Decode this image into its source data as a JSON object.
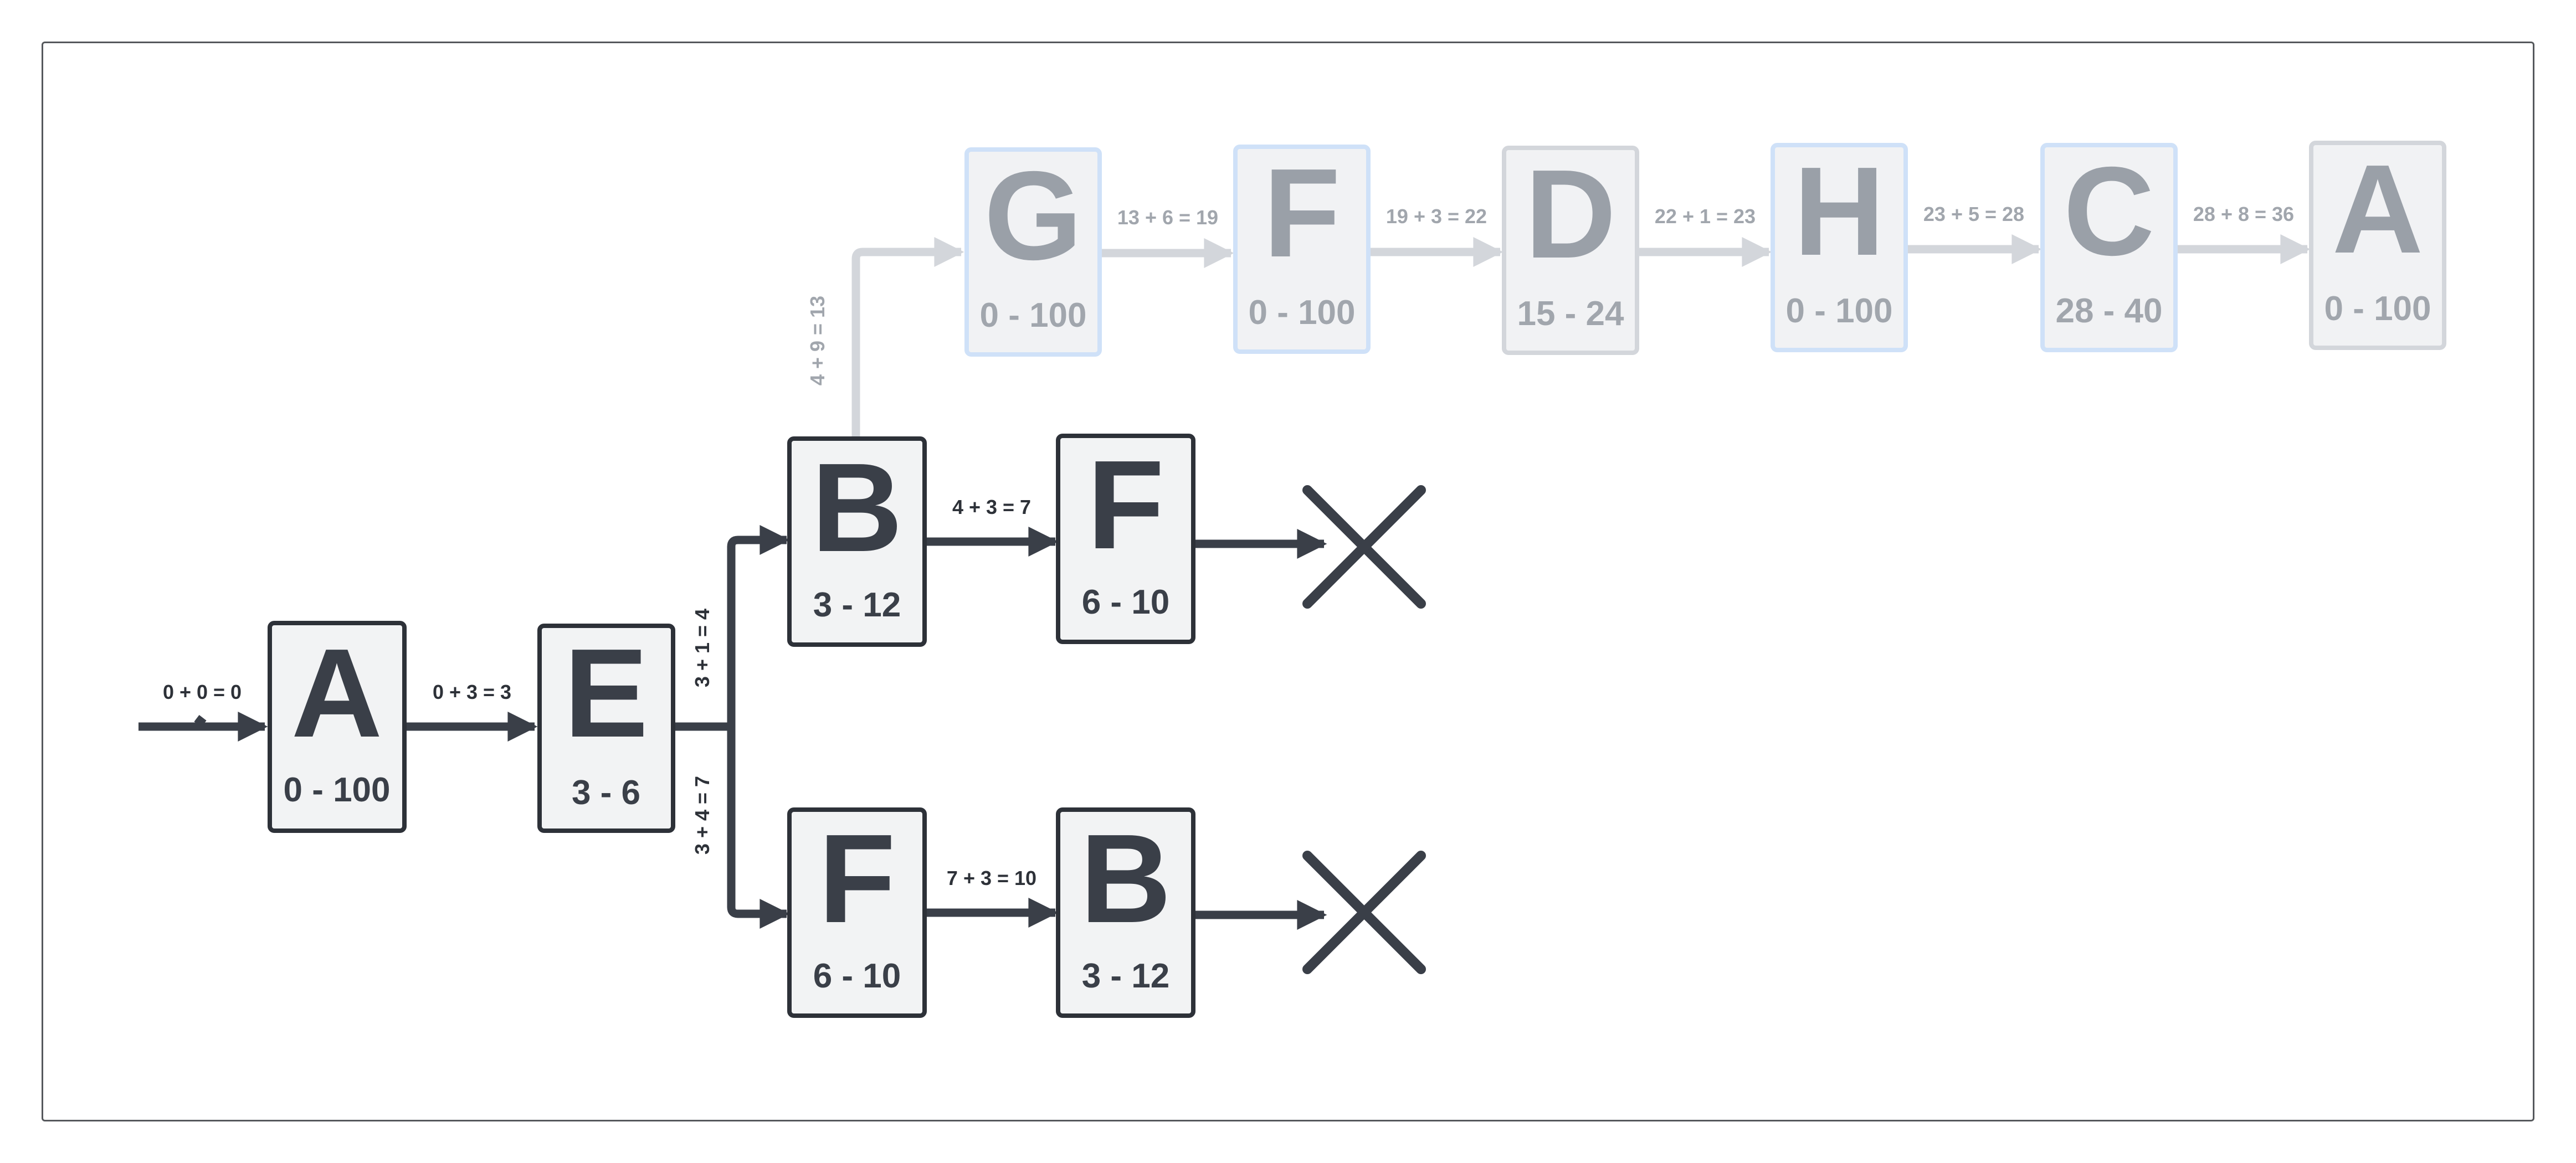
{
  "nodes": {
    "a_start": {
      "letter": "A",
      "range": "0 - 100"
    },
    "e": {
      "letter": "E",
      "range": "3 - 6"
    },
    "b_upper": {
      "letter": "B",
      "range": "3 - 12"
    },
    "f_upper": {
      "letter": "F",
      "range": "6 - 10"
    },
    "f_lower": {
      "letter": "F",
      "range": "6 - 10"
    },
    "b_lower": {
      "letter": "B",
      "range": "3 - 12"
    },
    "g_top": {
      "letter": "G",
      "range": "0 - 100"
    },
    "f_top": {
      "letter": "F",
      "range": "0 - 100"
    },
    "d_top": {
      "letter": "D",
      "range": "15 - 24"
    },
    "h_top": {
      "letter": "H",
      "range": "0 - 100"
    },
    "c_top": {
      "letter": "C",
      "range": "28 - 40"
    },
    "a_top": {
      "letter": "A",
      "range": "0 - 100"
    }
  },
  "edges": {
    "entry_to_a": "0 + 0 = 0",
    "a_to_e": "0 + 3 = 3",
    "e_to_b": "3 + 1 = 4",
    "e_to_f": "3 + 4 = 7",
    "b_to_f": "4 + 3 = 7",
    "f_to_b": "7 + 3 = 10",
    "b_to_g": "4 + 9 = 13",
    "g_to_f": "13 + 6 = 19",
    "f_to_d": "19 + 3 = 22",
    "d_to_h": "22 + 1 = 23",
    "h_to_c": "23 + 5 = 28",
    "c_to_a": "28 + 8 = 36"
  },
  "icons": {
    "dead_end_upper": "close-icon",
    "dead_end_lower": "close-icon"
  },
  "colors": {
    "active": "#3a3f48",
    "faded": "#d3d6db",
    "faded_blue_border": "#cfe1f8"
  }
}
